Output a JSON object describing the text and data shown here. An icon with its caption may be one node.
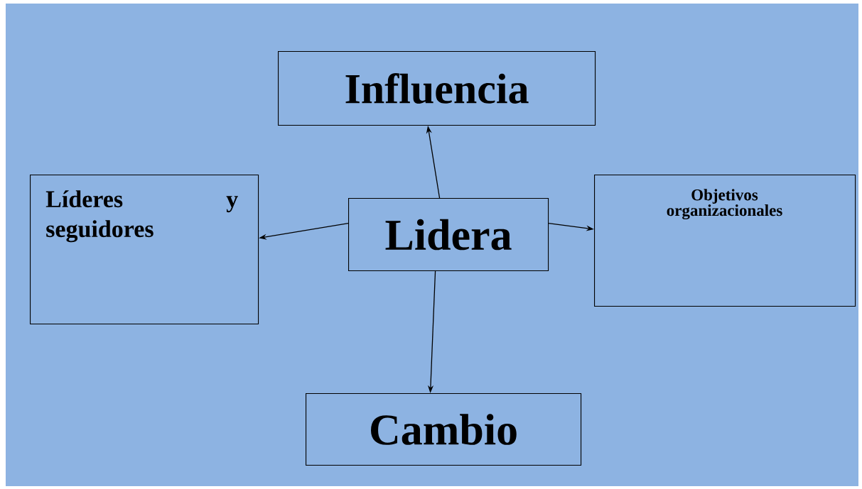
{
  "diagram": {
    "nodes": [
      {
        "text": [
          "Influencia"
        ]
      },
      {
        "text": [
          "Líderes y seguidores"
        ]
      },
      {
        "text": [
          "Lidera"
        ]
      },
      {
        "text": [
          "Objetivos organizacionales"
        ]
      },
      {
        "text": [
          "Cambio"
        ]
      }
    ],
    "edges": [
      {
        "from": 2,
        "to": 0,
        "arrow": "to"
      },
      {
        "from": 2,
        "to": 1,
        "arrow": "to"
      },
      {
        "from": 2,
        "to": 3,
        "arrow": "to"
      },
      {
        "from": 2,
        "to": 4,
        "arrow": "to"
      }
    ]
  }
}
